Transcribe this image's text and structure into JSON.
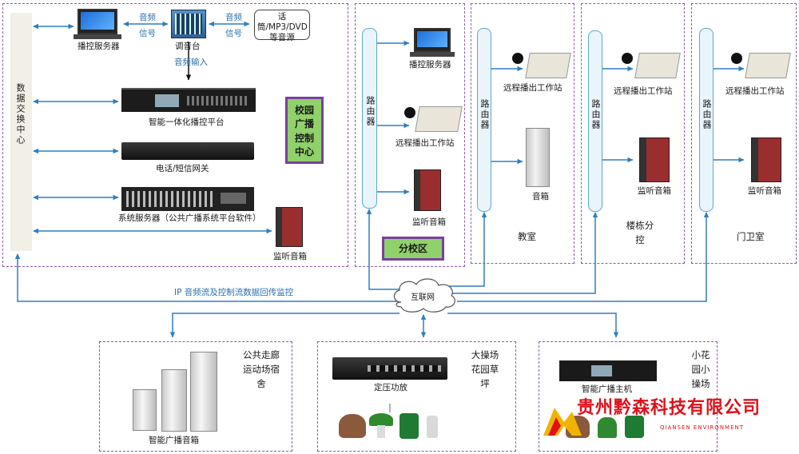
{
  "colors": {
    "line": "#2f7fc1",
    "dash": "#8a5aa8",
    "highlight": "#7a3fa0",
    "green_box": "#8fd16a",
    "logo_red": "#e0101b"
  },
  "center": {
    "switch_center": "数据交换中心",
    "broadcast_server": "播控服务器",
    "audio_label": "音频",
    "signal_label": "信号",
    "mixer": "调音台",
    "audio_label_2": "音频",
    "signal_label_2": "信号",
    "audio_source": "话筒/MP3/DVD等音源",
    "audio_input": "音频输入",
    "platform": "智能一体化播控平台",
    "gateway": "电话/短信网关",
    "system_server": "系统服务器（公共广播系统平台软件）",
    "monitor_speaker": "监听音箱",
    "center_box": "校园广播控制中心"
  },
  "branch": {
    "router": "路由器",
    "broadcast_server": "播控服务器",
    "station": "远程播出工作站",
    "monitor_speaker": "监听音箱",
    "label": "分校区"
  },
  "classroom": {
    "router": "路由器",
    "station": "远程播出工作站",
    "speaker": "音箱",
    "label": "教室"
  },
  "building": {
    "router": "路由器",
    "station": "远程播出工作站",
    "monitor_speaker": "监听音箱",
    "label": "楼栋分控"
  },
  "gate": {
    "router": "路由器",
    "station": "远程播出工作站",
    "monitor_speaker": "监听音箱",
    "label": "门卫室"
  },
  "network": {
    "internet": "互联网",
    "ip_label": "IP 音频流及控制流数据回传监控"
  },
  "zones": {
    "corridor": {
      "speaker": "智能广播音箱",
      "label": "公共走廊运动场宿舍"
    },
    "playground": {
      "amp": "定压功放",
      "label": "大操场花园草坪"
    },
    "garden": {
      "host": "智能广播主机",
      "label": "小花园小操场"
    }
  },
  "logo": {
    "company": "贵州黔森科技有限公司",
    "tagline": "QIANSEN ENVIRONMENT"
  }
}
